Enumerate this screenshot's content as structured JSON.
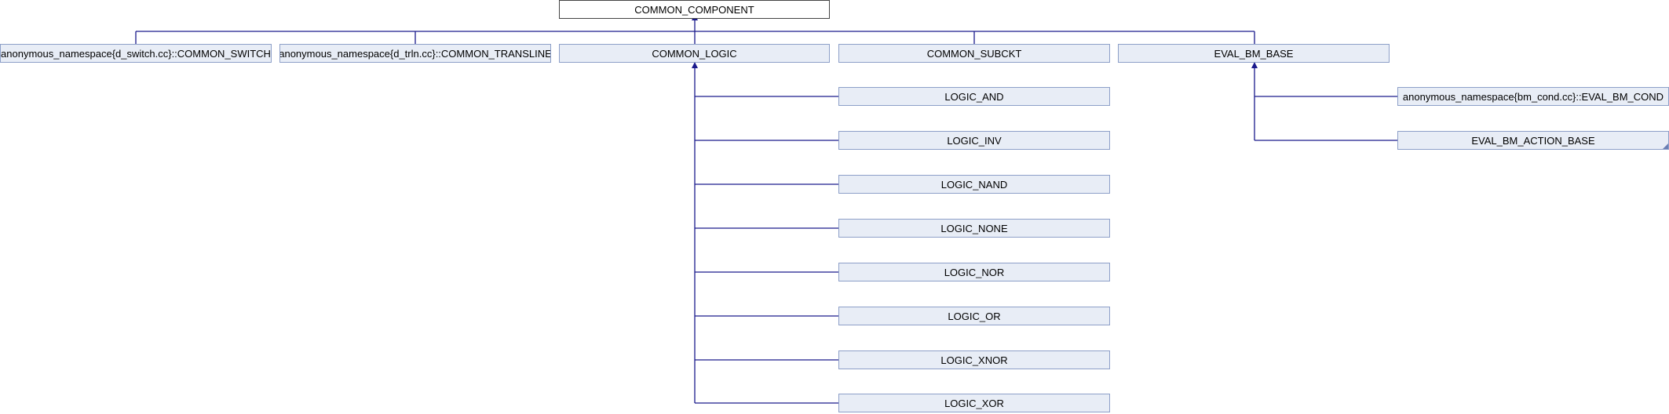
{
  "root": {
    "label": "COMMON_COMPONENT"
  },
  "children": [
    {
      "id": "common-switch",
      "label": "anonymous_namespace{d_switch.cc}::COMMON_SWITCH"
    },
    {
      "id": "common-transline",
      "label": "anonymous_namespace{d_trln.cc}::COMMON_TRANSLINE"
    },
    {
      "id": "common-logic",
      "label": "COMMON_LOGIC"
    },
    {
      "id": "common-subckt",
      "label": "COMMON_SUBCKT"
    },
    {
      "id": "eval-bm-base",
      "label": "EVAL_BM_BASE"
    }
  ],
  "logic_children": [
    {
      "id": "logic-and",
      "label": "LOGIC_AND"
    },
    {
      "id": "logic-inv",
      "label": "LOGIC_INV"
    },
    {
      "id": "logic-nand",
      "label": "LOGIC_NAND"
    },
    {
      "id": "logic-none",
      "label": "LOGIC_NONE"
    },
    {
      "id": "logic-nor",
      "label": "LOGIC_NOR"
    },
    {
      "id": "logic-or",
      "label": "LOGIC_OR"
    },
    {
      "id": "logic-xnor",
      "label": "LOGIC_XNOR"
    },
    {
      "id": "logic-xor",
      "label": "LOGIC_XOR"
    }
  ],
  "eval_children": [
    {
      "id": "eval-bm-cond",
      "label": "anonymous_namespace{bm_cond.cc}::EVAL_BM_COND"
    },
    {
      "id": "eval-bm-action-base",
      "label": "EVAL_BM_ACTION_BASE",
      "has_more": true
    }
  ],
  "colors": {
    "edge": "#1a1a8c",
    "node_fill": "#e8edf6",
    "node_border": "#8d9fc8"
  }
}
